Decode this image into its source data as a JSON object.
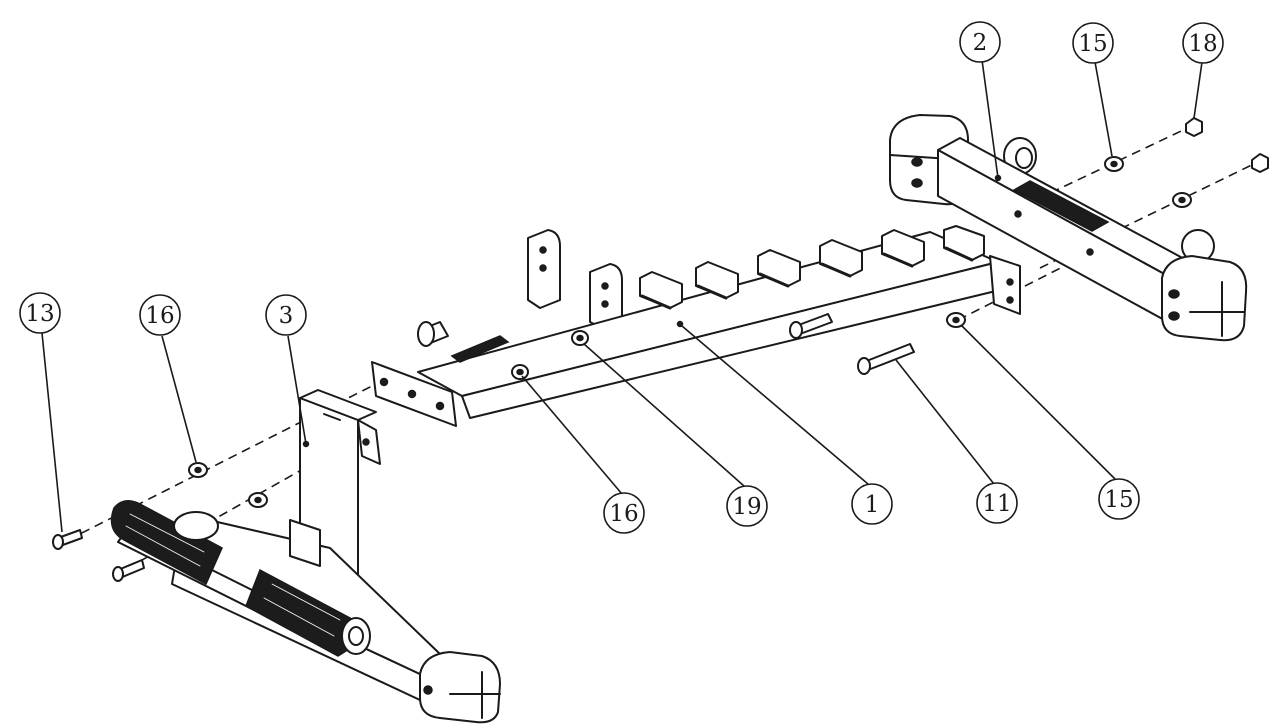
{
  "callouts": [
    {
      "id": "c-2",
      "label": "2"
    },
    {
      "id": "c-15-top",
      "label": "15"
    },
    {
      "id": "c-18",
      "label": "18"
    },
    {
      "id": "c-13",
      "label": "13"
    },
    {
      "id": "c-16-left",
      "label": "16"
    },
    {
      "id": "c-3",
      "label": "3"
    },
    {
      "id": "c-16-bottom",
      "label": "16"
    },
    {
      "id": "c-19",
      "label": "19"
    },
    {
      "id": "c-1",
      "label": "1"
    },
    {
      "id": "c-11",
      "label": "11"
    },
    {
      "id": "c-15-bottom",
      "label": "15"
    }
  ],
  "colors": {
    "line": "#1a1a1a",
    "background": "#ffffff"
  }
}
